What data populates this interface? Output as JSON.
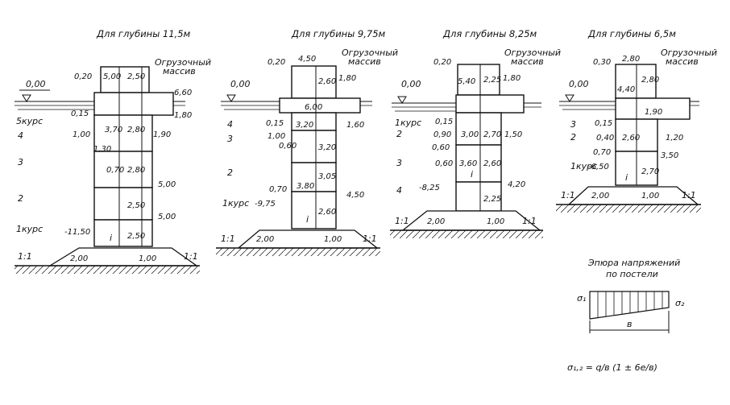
{
  "sections": [
    {
      "title": "Для глубины 11,5м",
      "level_top": "0,00",
      "load_label_1": "Огрузочный",
      "load_label_2": "массив",
      "dims": [
        "0,20",
        "5,00",
        "2,50",
        "6,60",
        "1,80",
        "0,15",
        "3,70",
        "2,80",
        "1,90",
        "1,00",
        "1,30",
        "0,70",
        "2,80",
        "5,00",
        "2,50",
        "5,00",
        "-11,50",
        "2,50",
        "2,00",
        "1,00"
      ],
      "courses": [
        "5курс",
        "4",
        "3",
        "2",
        "1курс"
      ],
      "slope": "1:1",
      "slope_right": "1:1",
      "incline_label": "i"
    },
    {
      "title": "Для глубины 9,75м",
      "level_top": "0,00",
      "load_label_1": "Огрузочный",
      "load_label_2": "массив",
      "dims": [
        "0,20",
        "4,50",
        "2,60",
        "1,80",
        "6,00",
        "0,15",
        "3,20",
        "1,60",
        "1,00",
        "0,60",
        "3,20",
        "0,70",
        "3,80",
        "3,05",
        "4,50",
        "-9,75",
        "2,60",
        "2,00",
        "1,00"
      ],
      "courses": [
        "4",
        "3",
        "2",
        "1курс"
      ],
      "slope": "1:1",
      "slope_right": "1:1",
      "incline_label": "i"
    },
    {
      "title": "Для глубины 8,25м",
      "level_top": "0,00",
      "load_label_1": "Огрузочный",
      "load_label_2": "массив",
      "dims": [
        "0,20",
        "5,40",
        "2,25",
        "1,80",
        "0,15",
        "0,90",
        "3,00",
        "2,70",
        "1,50",
        "0,60",
        "0,60",
        "3,60",
        "2,60",
        "-8,25",
        "4,20",
        "2,25",
        "2,00",
        "1,00"
      ],
      "courses": [
        "1курс",
        "2",
        "3",
        "4"
      ],
      "slope": "1:1",
      "slope_right": "1:1",
      "incline_label": "i"
    },
    {
      "title": "Для глубины 6,5м",
      "level_top": "0,00",
      "load_label_1": "Огрузочный",
      "load_label_2": "массив",
      "dims": [
        "0,30",
        "2,80",
        "2,80",
        "4,40",
        "1,90",
        "0,15",
        "2,60",
        "1,20",
        "0,40",
        "0,70",
        "3,50",
        "-6,50",
        "2,70",
        "2,00",
        "1,00"
      ],
      "courses": [
        "3",
        "2",
        "1курс"
      ],
      "slope": "1:1",
      "slope_right": "1:1",
      "incline_label": "i"
    }
  ],
  "stress_diagram": {
    "title_1": "Эпюра напряжений",
    "title_2": "по постели",
    "sigma1": "σ₁",
    "sigma2": "σ₂",
    "width_label": "в",
    "formula": "σ₁,₂ = q/в (1 ± 6e/в)"
  }
}
